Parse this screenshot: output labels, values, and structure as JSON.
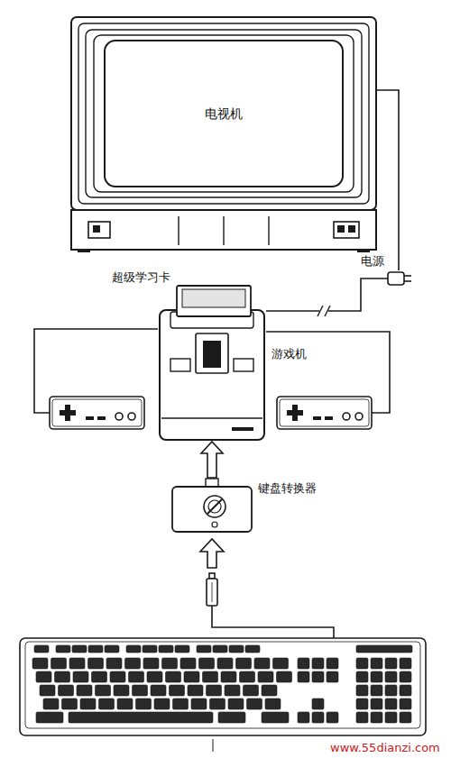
{
  "diagram": {
    "nodes": [
      {
        "text": [
          "电视机"
        ]
      },
      {
        "text": [
          "电源"
        ]
      },
      {
        "text": [
          "超级学习卡"
        ]
      },
      {
        "text": [
          "游戏机"
        ]
      },
      {
        "text": [
          "键盘转换器"
        ]
      }
    ],
    "edges": [
      {
        "from": 0,
        "to": 1,
        "arrow": "none"
      },
      {
        "from": 3,
        "to": 1,
        "arrow": "none"
      },
      {
        "from": 4,
        "to": 3,
        "arrow": "to"
      }
    ],
    "labels": [
      "www.55dianzi.com"
    ]
  }
}
